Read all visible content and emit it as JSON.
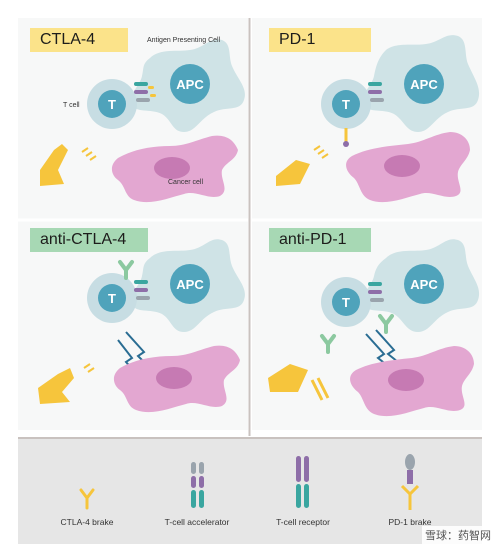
{
  "panels": {
    "ctla4": {
      "title": "CTLA-4"
    },
    "pd1": {
      "title": "PD-1"
    },
    "anti_ctla4": {
      "title": "anti-CTLA-4"
    },
    "anti_pd1": {
      "title": "anti-PD-1"
    }
  },
  "labels": {
    "apc_long": "Antigen Presenting Cell",
    "t_cell": "T cell",
    "cancer_cell": "Cancer cell",
    "apc": "APC",
    "t": "T"
  },
  "legend": {
    "items": [
      {
        "label": "CTLA-4 brake",
        "icon": "ctla4-brake-icon"
      },
      {
        "label": "T-cell accelerator",
        "icon": "t-cell-accelerator-icon"
      },
      {
        "label": "T-cell receptor",
        "icon": "t-cell-receptor-icon"
      },
      {
        "label": "PD-1 brake",
        "icon": "pd1-brake-icon"
      }
    ]
  },
  "watermark": "雪球：药智网",
  "colors": {
    "panel_bg": "#f7f8f8",
    "legend_bg": "#e6e6e6",
    "apc": "#cfe3e6",
    "t_cell_outer": "#c7dde3",
    "t_cell_inner": "#4fa3bb",
    "cancer": "#e3a7d1",
    "cancer_nucleus": "#c67ab3",
    "brake_yellow": "#f6c53c",
    "antibody_green": "#8cc9a0",
    "arrow_blue": "#2a6d93",
    "teal": "#3aa6a0",
    "purple": "#8e6ea8"
  }
}
